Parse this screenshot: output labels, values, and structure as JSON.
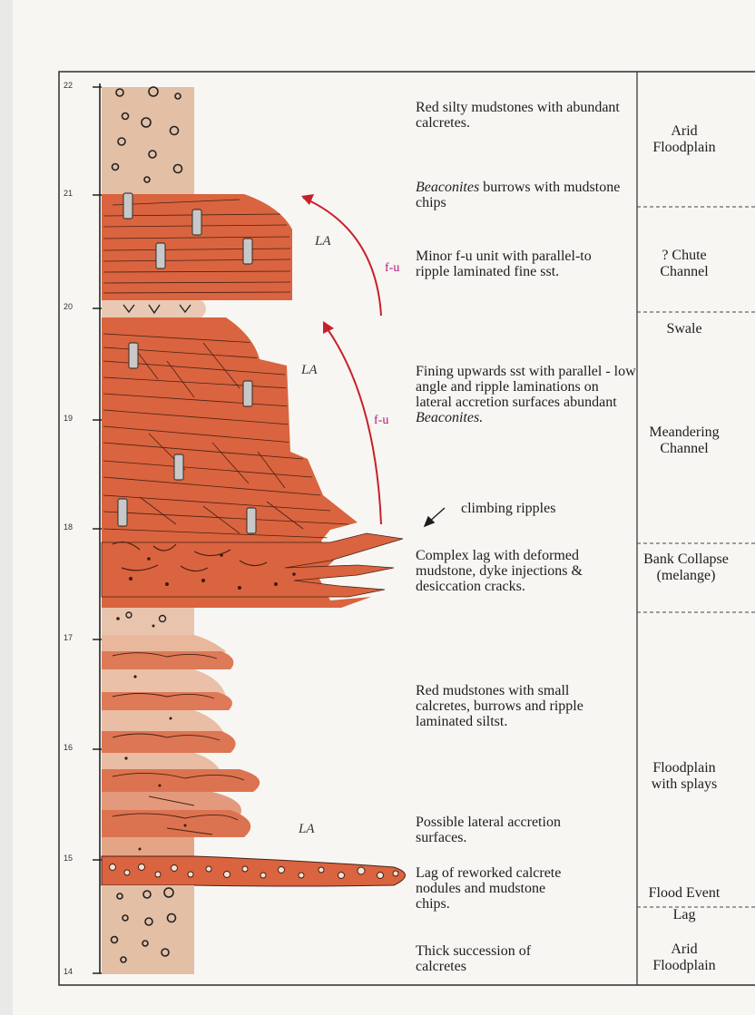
{
  "log": {
    "depth_ticks": [
      "22",
      "21",
      "20",
      "19",
      "18",
      "17",
      "16",
      "15",
      "14"
    ]
  },
  "annotations": {
    "la_upper": "LA",
    "la_middle": "LA",
    "la_lower": "LA",
    "fu_upper": "f-u",
    "fu_lower": "f-u",
    "climbing_ripples": "climbing ripples"
  },
  "descriptions": {
    "red_silty": "Red silty mudstones with abundant calcretes.",
    "beaconites_italic": "Beaconites",
    "beaconites_rest": " burrows with mudstone chips",
    "minor_fu": "Minor f-u unit with parallel-to ripple laminated fine sst.",
    "fining_upwards": "Fining upwards sst with parallel - low angle and ripple laminations on lateral accretion surfaces abundant ",
    "fining_italic": "Beaconites.",
    "complex_lag": "Complex lag with deformed mudstone, dyke injections & desiccation cracks.",
    "red_mudstones": "Red mudstones with small calcretes, burrows and ripple laminated siltst.",
    "possible_lateral": "Possible lateral accretion surfaces.",
    "lag_reworked": "Lag of reworked calcrete nodules and mudstone chips.",
    "thick_succession": "Thick succession of calcretes"
  },
  "environments": {
    "arid_floodplain_top": "Arid Floodplain",
    "chute_channel": "? Chute Channel",
    "swale": "Swale",
    "meandering_channel": "Meandering Channel",
    "bank_collapse": "Bank Collapse (melange)",
    "floodplain_splays": "Floodplain with splays",
    "flood_event": "Flood Event",
    "lag": "Lag",
    "arid_floodplain_bottom": "Arid Floodplain"
  },
  "colors": {
    "sandstone": "#d9643f",
    "mudstone": "#e8b79c",
    "calcrete_bg": "#e3bfa6",
    "lamination": "#4a2014",
    "arrow": "#c8202a",
    "fu_label": "#b0157a"
  }
}
